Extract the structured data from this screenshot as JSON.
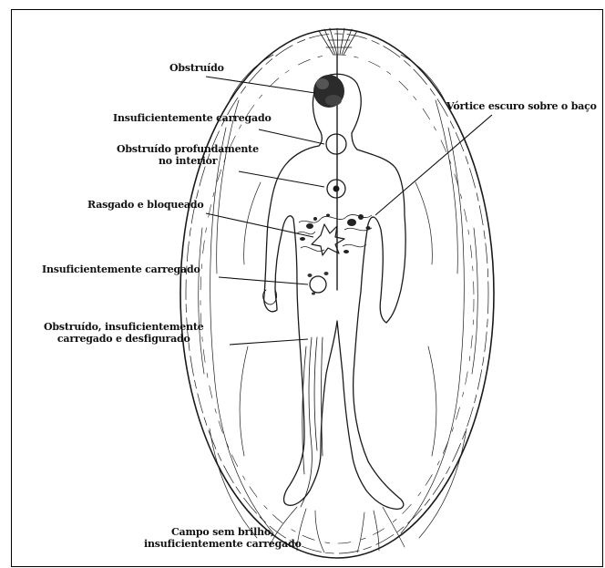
{
  "labels": {
    "obstruido": "Obstruído",
    "insuf_top": "Insuficientemente carregado",
    "obstruido_prof_1": "Obstruído profundamente",
    "obstruido_prof_2": "no interior",
    "rasgado": "Rasgado e bloqueado",
    "insuf_mid": "Insuficientemente carregado",
    "obstruido_insuf_1": "Obstruído, insuficientemente",
    "obstruido_insuf_2": "carregado e desfigurado",
    "vortice": "Vórtice escuro sobre o baço",
    "campo_1": "Campo sem brilho,",
    "campo_2": "insuficientemente carregado"
  },
  "colors": {
    "ink": "#111111",
    "background": "#ffffff"
  }
}
